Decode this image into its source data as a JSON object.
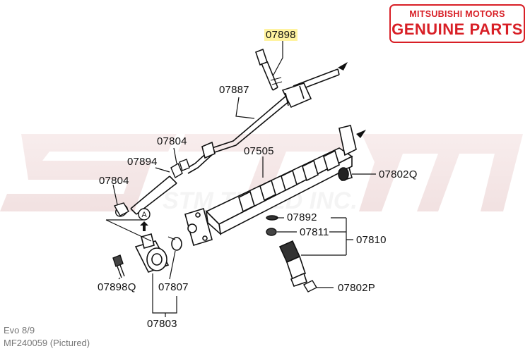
{
  "badge": {
    "line1": "MITSUBISHI MOTORS",
    "line2": "GENUINE PARTS",
    "color": "#d81f26"
  },
  "watermark": {
    "text": "STM",
    "subtext": "STM TUNED INC."
  },
  "callouts": {
    "p07898": "07898",
    "p07887": "07887",
    "p07804_top": "07804",
    "p07894": "07894",
    "p07804_left": "07804",
    "p07505": "07505",
    "p07802Q": "07802Q",
    "p07892": "07892",
    "p07811": "07811",
    "p07810": "07810",
    "p07898Q": "07898Q",
    "p07807": "07807",
    "p07803": "07803",
    "p07802P": "07802P",
    "view_a": "A"
  },
  "footer": {
    "model": "Evo 8/9",
    "part_ref": "MF240059   (Pictured)"
  },
  "colors": {
    "highlight": "#fff3a0",
    "line": "#111111"
  }
}
